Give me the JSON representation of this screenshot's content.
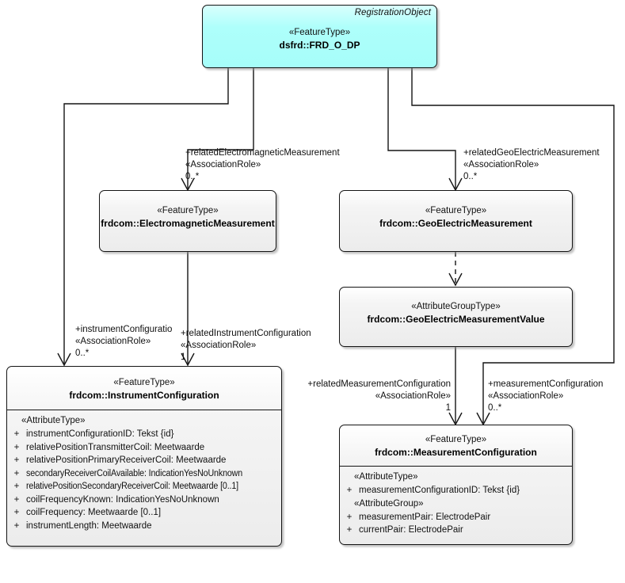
{
  "diagram": {
    "title": "UML class diagram",
    "colors": {
      "root_fill": "#aefffb",
      "box_fill": "#f0f0f0",
      "line": "#141414"
    }
  },
  "classes": {
    "root": {
      "corner_label": "RegistrationObject",
      "stereotype": "«FeatureType»",
      "name": "dsfrd::FRD_O_DP"
    },
    "electromagnetic_measurement": {
      "stereotype": "«FeatureType»",
      "name": "frdcom::ElectromagneticMeasurement"
    },
    "geoelectric_measurement": {
      "stereotype": "«FeatureType»",
      "name": "frdcom::GeoElectricMeasurement"
    },
    "geoelectric_measurement_value": {
      "stereotype": "«AttributeGroupType»",
      "name": "frdcom::GeoElectricMeasurementValue"
    },
    "instrument_configuration": {
      "stereotype": "«FeatureType»",
      "name": "frdcom::InstrumentConfiguration",
      "attribute_group_label": "«AttributeType»",
      "attributes": [
        {
          "vis": "+",
          "text": "instrumentConfigurationID: Tekst {id}"
        },
        {
          "vis": "+",
          "text": "relativePositionTransmitterCoil: Meetwaarde"
        },
        {
          "vis": "+",
          "text": "relativePositionPrimaryReceiverCoil: Meetwaarde"
        },
        {
          "vis": "+",
          "text": "secondaryReceiverCoilAvailable: IndicationYesNoUnknown"
        },
        {
          "vis": "+",
          "text": "relativePositionSecondaryReceiverCoil: Meetwaarde [0..1]"
        },
        {
          "vis": "+",
          "text": "coilFrequencyKnown: IndicationYesNoUnknown"
        },
        {
          "vis": "+",
          "text": "coilFrequency: Meetwaarde [0..1]"
        },
        {
          "vis": "+",
          "text": "instrumentLength: Meetwaarde"
        }
      ]
    },
    "measurement_configuration": {
      "stereotype": "«FeatureType»",
      "name": "frdcom::MeasurementConfiguration",
      "group_attributetype_label": "«AttributeType»",
      "group_attributegroup_label": "«AttributeGroup»",
      "attributes_type": [
        {
          "vis": "+",
          "text": "measurementConfigurationID: Tekst {id}"
        }
      ],
      "attributes_group": [
        {
          "vis": "+",
          "text": "measurementPair: ElectrodePair"
        },
        {
          "vis": "+",
          "text": "currentPair: ElectrodePair"
        }
      ]
    }
  },
  "associations": {
    "related_electromagnetic": {
      "role": "+relatedElectromagneticMeasurement",
      "stereotype": "«AssociationRole»",
      "multiplicity": "0..*"
    },
    "related_geoelectric": {
      "role": "+relatedGeoElectricMeasurement",
      "stereotype": "«AssociationRole»",
      "multiplicity": "0..*"
    },
    "instrument_configuration": {
      "role": "+instrumentConfiguratio",
      "stereotype": "«AssociationRole»",
      "multiplicity": "0..*"
    },
    "related_instrument_configuration": {
      "role": "+relatedInstrumentConfiguration",
      "stereotype": "«AssociationRole»",
      "multiplicity": "1"
    },
    "related_measurement_configuration": {
      "role": "+relatedMeasurementConfiguration",
      "stereotype": "«AssociationRole»",
      "multiplicity": "1"
    },
    "measurement_configuration": {
      "role": "+measurementConfiguration",
      "stereotype": "«AssociationRole»",
      "multiplicity": "0..*"
    }
  }
}
